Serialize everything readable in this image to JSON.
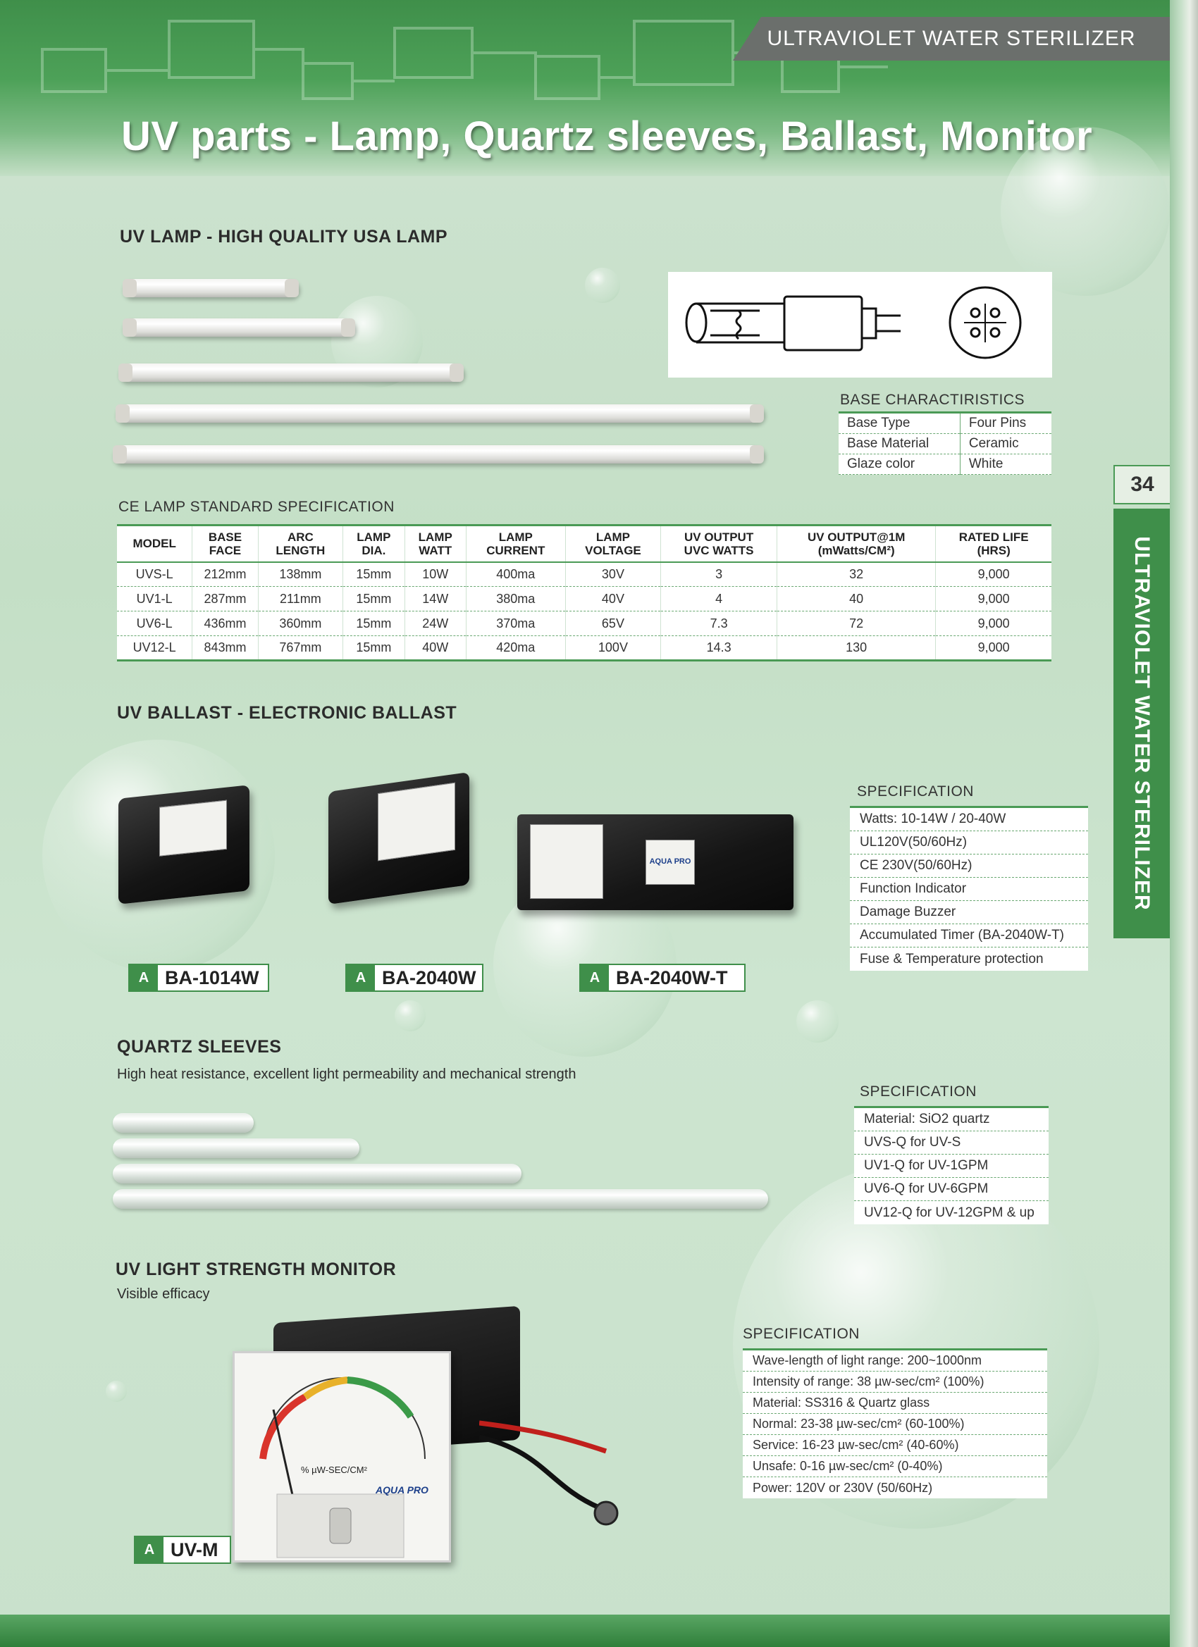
{
  "header": {
    "tab_text": "ULTRAVIOLET WATER STERILIZER",
    "title": "UV parts - Lamp, Quartz sleeves, Ballast, Monitor"
  },
  "side_tab": {
    "page_number": "34",
    "text": "ULTRAVIOLET WATER STERILIZER"
  },
  "lamp_section": {
    "heading": "UV LAMP - HIGH QUALITY USA LAMP",
    "base_title": "BASE CHARACTIRISTICS",
    "base_rows": [
      {
        "label": "Base Type",
        "value": "Four Pins"
      },
      {
        "label": "Base Material",
        "value": "Ceramic"
      },
      {
        "label": "Glaze color",
        "value": "White"
      }
    ],
    "table_title": "CE LAMP STANDARD SPECIFICATION",
    "columns": [
      {
        "line1": "MODEL",
        "line2": ""
      },
      {
        "line1": "BASE",
        "line2": "FACE"
      },
      {
        "line1": "ARC",
        "line2": "LENGTH"
      },
      {
        "line1": "LAMP",
        "line2": "DIA."
      },
      {
        "line1": "LAMP",
        "line2": "WATT"
      },
      {
        "line1": "LAMP",
        "line2": "CURRENT"
      },
      {
        "line1": "LAMP",
        "line2": "VOLTAGE"
      },
      {
        "line1": "UV OUTPUT",
        "line2": "UVC WATTS"
      },
      {
        "line1": "UV OUTPUT@1M",
        "line2": "(mWatts/CM²)"
      },
      {
        "line1": "RATED LIFE",
        "line2": "(HRS)"
      }
    ],
    "rows": [
      [
        "UVS-L",
        "212mm",
        "138mm",
        "15mm",
        "10W",
        "400ma",
        "30V",
        "3",
        "32",
        "9,000"
      ],
      [
        "UV1-L",
        "287mm",
        "211mm",
        "15mm",
        "14W",
        "380ma",
        "40V",
        "4",
        "40",
        "9,000"
      ],
      [
        "UV6-L",
        "436mm",
        "360mm",
        "15mm",
        "24W",
        "370ma",
        "65V",
        "7.3",
        "72",
        "9,000"
      ],
      [
        "UV12-L",
        "843mm",
        "767mm",
        "15mm",
        "40W",
        "420ma",
        "100V",
        "14.3",
        "130",
        "9,000"
      ]
    ]
  },
  "ballast_section": {
    "heading": "UV BALLAST - ELECTRONIC BALLAST",
    "spec_title": "SPECIFICATION",
    "specs": [
      "Watts: 10-14W / 20-40W",
      "UL120V(50/60Hz)",
      "CE 230V(50/60Hz)",
      "Function Indicator",
      "Damage Buzzer",
      "Accumulated Timer (BA-2040W-T)",
      "Fuse & Temperature protection"
    ],
    "products": [
      "BA-1014W",
      "BA-2040W",
      "BA-2040W-T"
    ],
    "device_brand": "AQUA PRO"
  },
  "quartz_section": {
    "heading": "QUARTZ SLEEVES",
    "subtitle": "High heat resistance, excellent light permeability and mechanical strength",
    "spec_title": "SPECIFICATION",
    "specs": [
      "Material: SiO2 quartz",
      "UVS-Q for UV-S",
      "UV1-Q for UV-1GPM",
      "UV6-Q for UV-6GPM",
      "UV12-Q for UV-12GPM & up"
    ]
  },
  "monitor_section": {
    "heading": "UV LIGHT STRENGTH MONITOR",
    "subtitle": "Visible efficacy",
    "spec_title": "SPECIFICATION",
    "specs": [
      "Wave-length of light range: 200~1000nm",
      "Intensity of range: 38 µw-sec/cm² (100%)",
      "Material: SS316 & Quartz glass",
      "Normal: 23-38 µw-sec/cm² (60-100%)",
      "Service: 16-23 µw-sec/cm² (40-60%)",
      "Unsafe: 0-16 µw-sec/cm² (0-40%)",
      "Power: 120V or 230V (50/60Hz)"
    ],
    "product": "UV-M",
    "meter_unit": "% µW-SEC/CM²",
    "meter_brand": "AQUA PRO"
  },
  "logo_text": "A",
  "colors": {
    "brand_green": "#3f8f4a",
    "tab_gray": "#6b6f6c"
  }
}
